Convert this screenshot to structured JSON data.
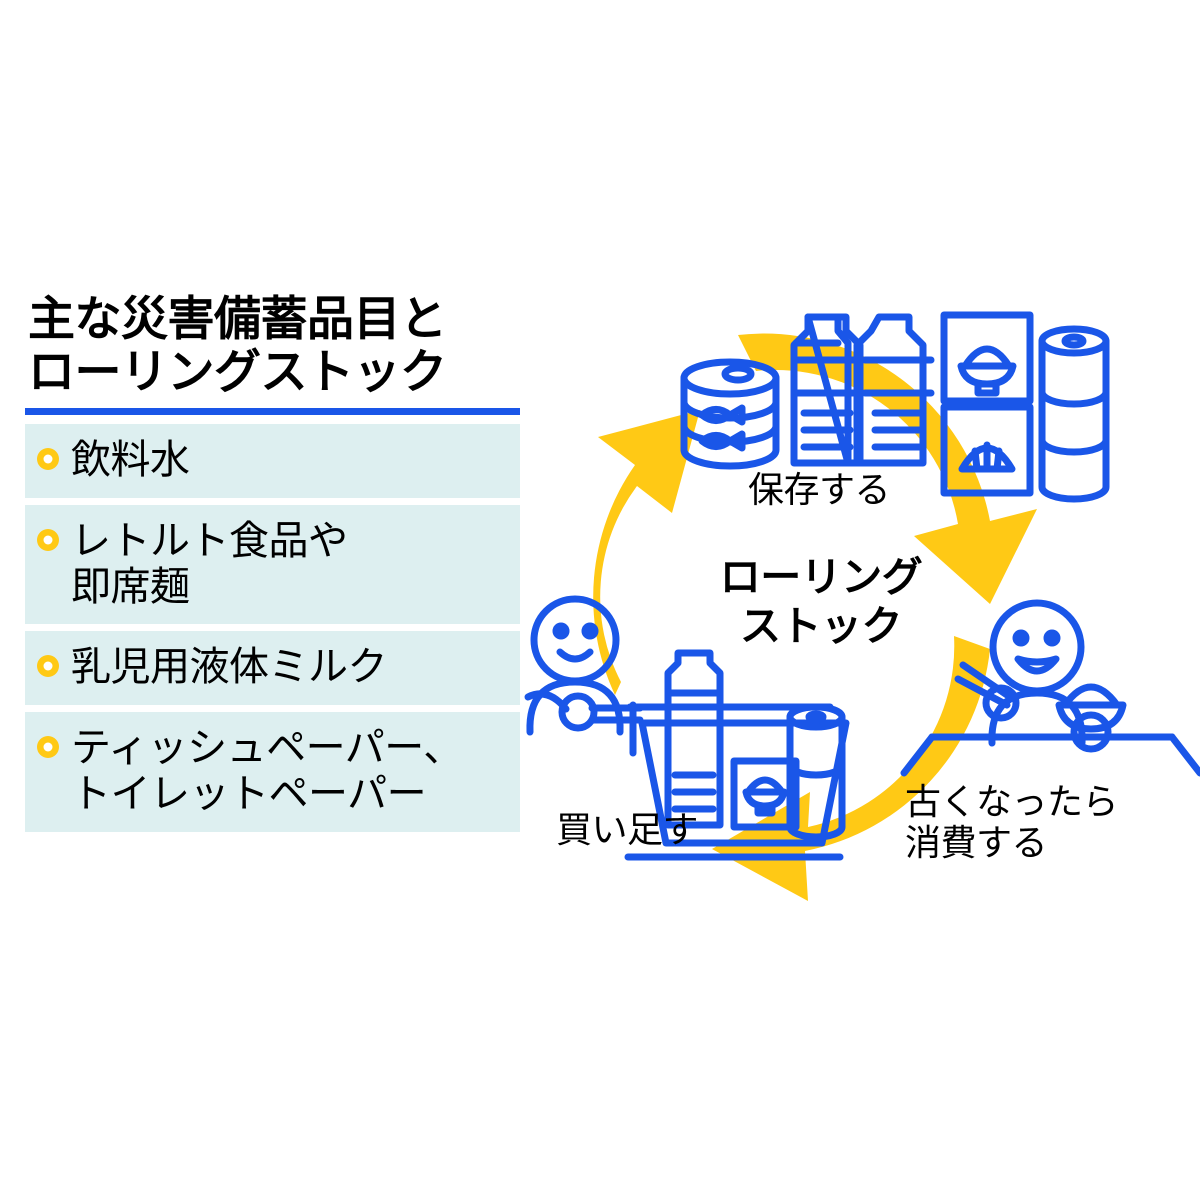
{
  "panel": {
    "title": "主な災害備蓄品目と\nローリングストック",
    "rule_color": "#1a56e8",
    "row_bg": "#ddeff0",
    "bullet_color": "#ffc915",
    "items": [
      {
        "label": "飲料水"
      },
      {
        "label": "レトルト食品や\n即席麺"
      },
      {
        "label": "乳児用液体ミルク"
      },
      {
        "label": "ティッシュペーパー、\nトイレットペーパー"
      }
    ]
  },
  "diagram": {
    "center_label": "ローリング\nストック",
    "arrow_color": "#ffc915",
    "line_color": "#1a56e8",
    "steps": [
      {
        "key": "store",
        "label": "保存する"
      },
      {
        "key": "consume",
        "label": "古くなったら\n消費する"
      },
      {
        "key": "restock",
        "label": "買い足す"
      }
    ]
  }
}
